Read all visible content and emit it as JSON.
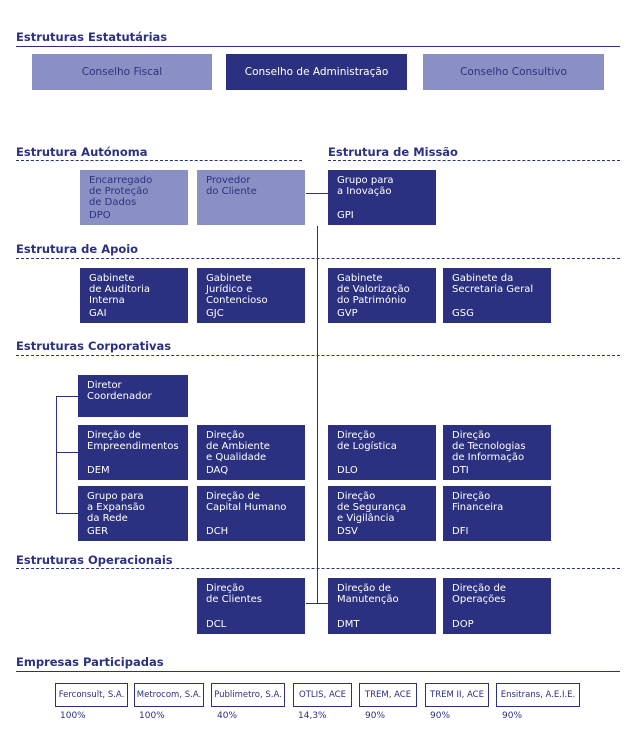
{
  "sections": {
    "estatutarias": "Estruturas Estatutárias",
    "autonoma": "Estrutura Autónoma",
    "missao": "Estrutura de Missão",
    "apoio": "Estrutura de Apoio",
    "corporativas": "Estruturas Corporativas",
    "operacionais": "Estruturas Operacionais",
    "participadas": "Empresas Participadas"
  },
  "statutory": {
    "fiscal": "Conselho Fiscal",
    "administracao": "Conselho de Administração",
    "consultivo": "Conselho Consultivo"
  },
  "units": {
    "dpo": {
      "name": "Encarregado\nde Proteção\nde Dados",
      "code": "DPO"
    },
    "provedor": {
      "name": "Provedor\ndo Cliente",
      "code": ""
    },
    "gpi": {
      "name": "Grupo para\na Inovação",
      "code": "GPI"
    },
    "gai": {
      "name": "Gabinete\nde Auditoria\nInterna",
      "code": "GAI"
    },
    "gjc": {
      "name": "Gabinete\nJurídico e\nContencioso",
      "code": "GJC"
    },
    "gvp": {
      "name": "Gabinete\nde Valorização\ndo Património",
      "code": "GVP"
    },
    "gsg": {
      "name": "Gabinete da\nSecretaria Geral",
      "code": "GSG"
    },
    "diretor": {
      "name": "Diretor\nCoordenador",
      "code": ""
    },
    "dem": {
      "name": "Direção de\nEmpreendimentos",
      "code": "DEM"
    },
    "daq": {
      "name": "Direção\nde Ambiente\ne Qualidade",
      "code": "DAQ"
    },
    "dlo": {
      "name": "Direção\nde Logística",
      "code": "DLO"
    },
    "dti": {
      "name": "Direção\nde Tecnologias\nde Informação",
      "code": "DTI"
    },
    "ger": {
      "name": "Grupo para\na Expansão\nda Rede",
      "code": "GER"
    },
    "dch": {
      "name": "Direção de\nCapital Humano",
      "code": "DCH"
    },
    "dsv": {
      "name": "Direção\nde Segurança\ne Vigilância",
      "code": "DSV"
    },
    "dfi": {
      "name": "Direção\nFinanceira",
      "code": "DFI"
    },
    "dcl": {
      "name": "Direção\nde Clientes",
      "code": "DCL"
    },
    "dmt": {
      "name": "Direção de\nManutenção",
      "code": "DMT"
    },
    "dop": {
      "name": "Direção de\nOperações",
      "code": "DOP"
    }
  },
  "companies": [
    {
      "name": "Ferconsult, S.A.",
      "pct": "100%"
    },
    {
      "name": "Metrocom, S.A.",
      "pct": "100%"
    },
    {
      "name": "Publimetro, S.A.",
      "pct": "40%"
    },
    {
      "name": "OTLIS, ACE",
      "pct": "14,3%"
    },
    {
      "name": "TREM, ACE",
      "pct": "90%"
    },
    {
      "name": "TREM II, ACE",
      "pct": "90%"
    },
    {
      "name": "Ensitrans, A.E.I.E.",
      "pct": "90%"
    }
  ],
  "colors": {
    "primary": "#2b3180",
    "light": "#8b90c4"
  }
}
